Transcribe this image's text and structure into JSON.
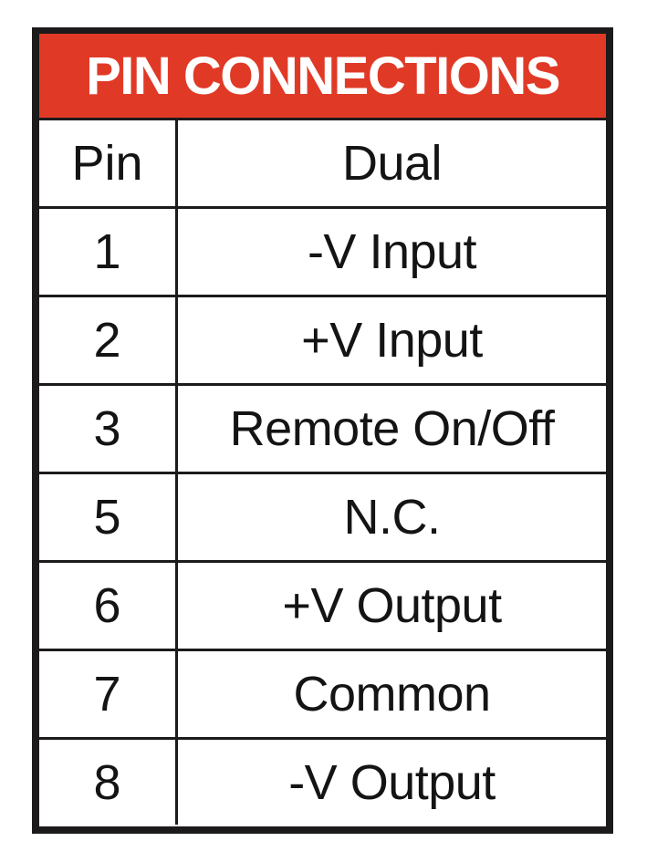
{
  "title": "PIN CONNECTIONS",
  "colors": {
    "header_bg": "#e03a27",
    "header_text": "#ffffff",
    "border": "#1c1a1a",
    "text": "#141414"
  },
  "columns": {
    "pin": "Pin",
    "function": "Dual"
  },
  "rows": [
    {
      "pin": "1",
      "function": "-V Input"
    },
    {
      "pin": "2",
      "function": "+V Input"
    },
    {
      "pin": "3",
      "function": "Remote On/Off"
    },
    {
      "pin": "5",
      "function": "N.C."
    },
    {
      "pin": "6",
      "function": "+V Output"
    },
    {
      "pin": "7",
      "function": "Common"
    },
    {
      "pin": "8",
      "function": "-V Output"
    }
  ]
}
